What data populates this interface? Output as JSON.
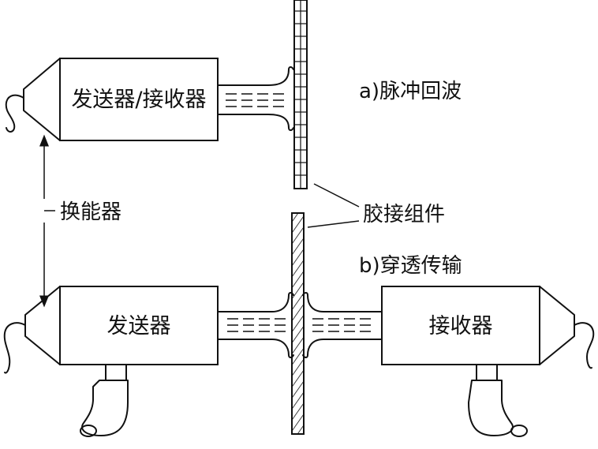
{
  "labels": {
    "transceiver": "发送器/接收器",
    "pulse_echo": "a)脉冲回波",
    "transducer": "换能器",
    "bonded_component": "胶接组件",
    "through_transmission": "b)穿透传输",
    "transmitter": "发送器",
    "receiver": "接收器"
  }
}
